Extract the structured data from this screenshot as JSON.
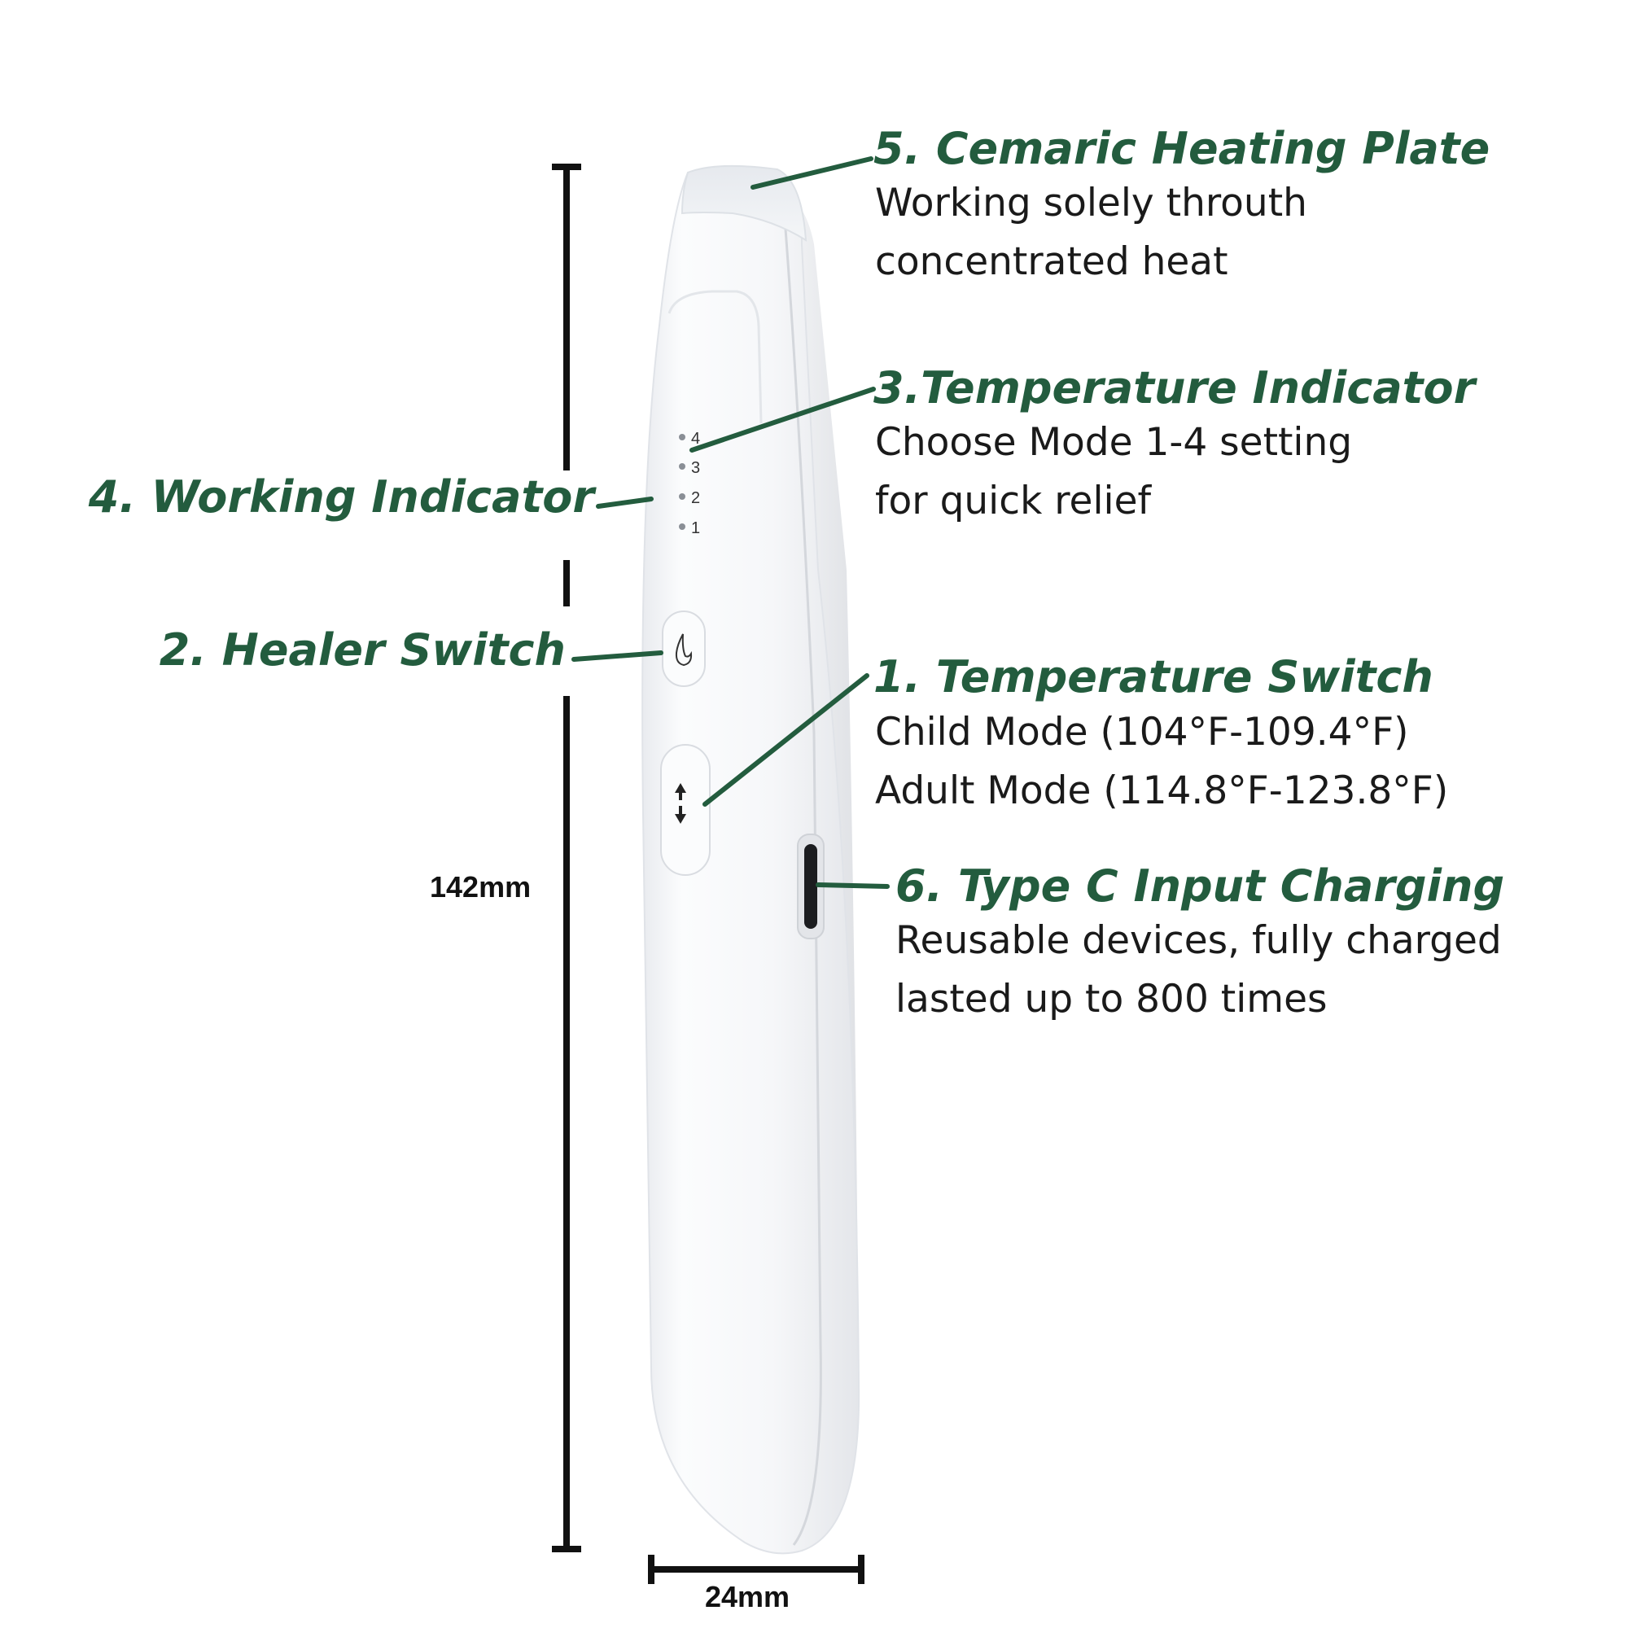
{
  "colors": {
    "heading": "#235c3e",
    "leader": "#235c3e",
    "body_text": "#1a1a1a",
    "device": "#f7f8fa",
    "dimension": "#111111"
  },
  "callouts": {
    "heating_plate": {
      "title": "5. Cemaric Heating Plate",
      "lines": [
        "Working solely throuth",
        "concentrated heat"
      ]
    },
    "temperature_indicator": {
      "title": "3.Temperature Indicator",
      "lines": [
        "Choose Mode 1-4 setting",
        "for quick relief"
      ]
    },
    "working_indicator": {
      "title": "4. Working Indicator"
    },
    "healer_switch": {
      "title": "2. Healer Switch"
    },
    "temperature_switch": {
      "title": "1. Temperature Switch",
      "lines": [
        "Child Mode (104°F-109.4°F)",
        "Adult Mode (114.8°F-123.8°F)"
      ]
    },
    "type_c": {
      "title": "6. Type C Input Charging",
      "lines": [
        "Reusable devices, fully charged",
        "lasted up to 800 times"
      ]
    }
  },
  "device": {
    "indicator_levels": [
      "4",
      "3",
      "2",
      "1"
    ],
    "heater_icon": "flame-icon",
    "switch_icon": "up-down-arrows-icon"
  },
  "dimensions": {
    "height": "142mm",
    "width": "24mm"
  }
}
